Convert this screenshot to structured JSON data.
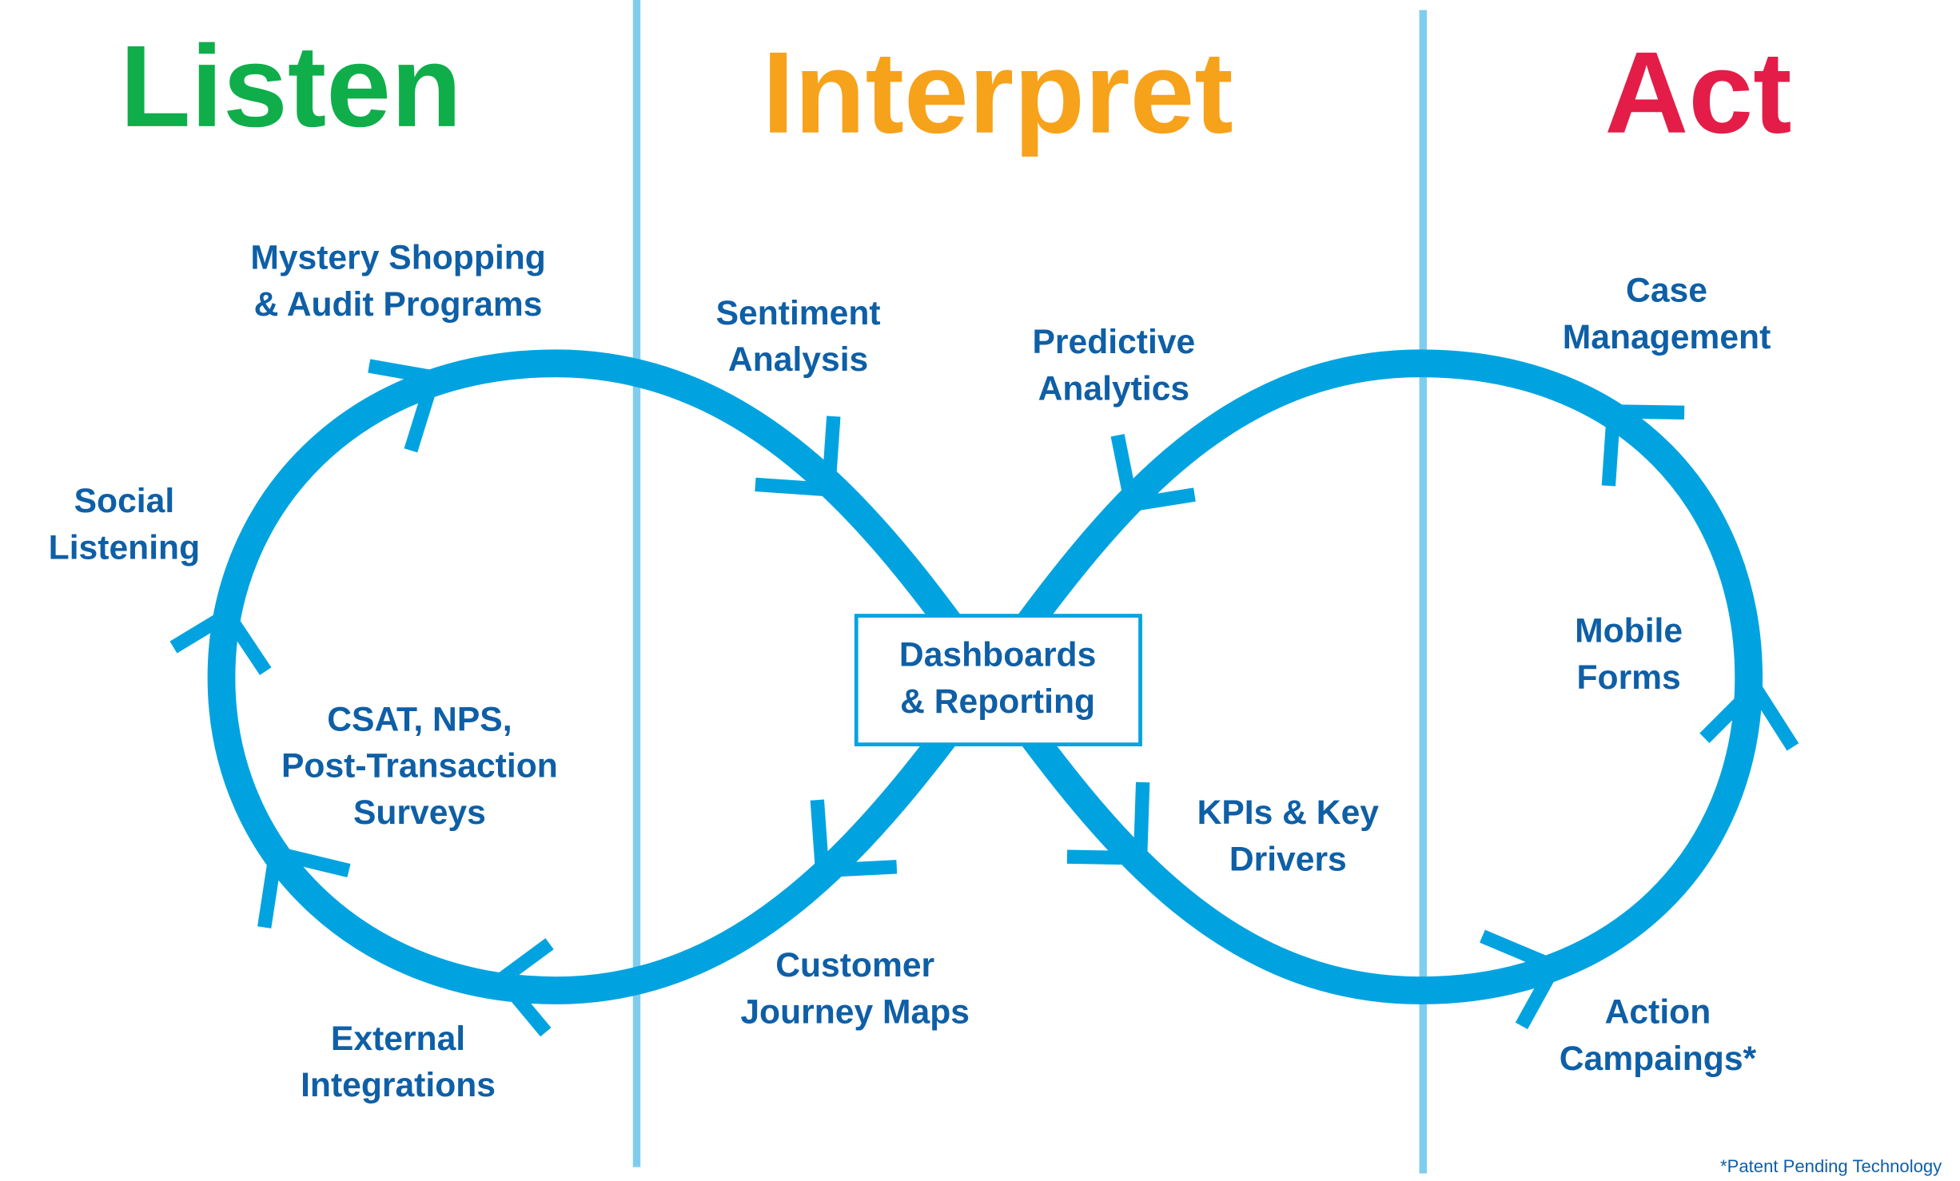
{
  "headings": {
    "listen": "Listen",
    "interpret": "Interpret",
    "act": "Act"
  },
  "colors": {
    "listen": "#0fae4b",
    "interpret": "#f7a21b",
    "act": "#e31d47",
    "loop": "#00a3e0",
    "divider": "#7fcdee",
    "text": "#0e5fa6"
  },
  "labels": {
    "mystery": [
      "Mystery Shopping",
      "& Audit Programs"
    ],
    "sentiment": [
      "Sentiment",
      "Analysis"
    ],
    "predictive": [
      "Predictive",
      "Analytics"
    ],
    "case": [
      "Case",
      "Management"
    ],
    "social": [
      "Social",
      "Listening"
    ],
    "csat": [
      "CSAT, NPS,",
      "Post-Transaction",
      "Surveys"
    ],
    "dashboards": [
      "Dashboards",
      "& Reporting"
    ],
    "mobile": [
      "Mobile",
      "Forms"
    ],
    "kpis": [
      "KPIs & Key",
      "Drivers"
    ],
    "journey": [
      "Customer",
      "Journey Maps"
    ],
    "external": [
      "External",
      "Integrations"
    ],
    "action": [
      "Action",
      "Campaings*"
    ]
  },
  "footnote": "*Patent Pending Technology"
}
